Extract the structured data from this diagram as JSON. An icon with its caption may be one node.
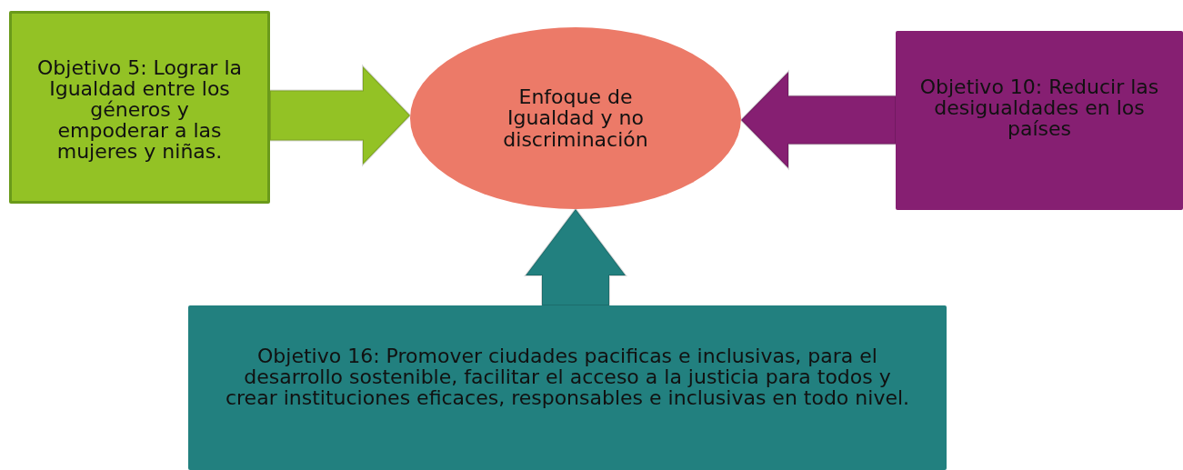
{
  "diagram": {
    "nodes": [
      {
        "text": [
          "Objetivo 5: Lograr la Igualdad entre los géneros y empoderar a las mujeres y niñas."
        ]
      },
      {
        "text": [
          "Enfoque de Igualdad y no discriminación"
        ]
      },
      {
        "text": [
          "Objetivo 10: Reducir las desigualdades en los países"
        ]
      },
      {
        "text": [
          "Objetivo 16: Promover ciudades pacificas e inclusivas, para el desarrollo sostenible, facilitar el acceso a la justicia para todos y crear instituciones eficaces, responsables e inclusivas en todo nivel."
        ]
      }
    ],
    "edges": [
      {
        "from": 0,
        "to": 1,
        "arrow": "to",
        "style": "thick",
        "color": "#93c225"
      },
      {
        "from": 2,
        "to": 1,
        "arrow": "to",
        "style": "thick",
        "color": "#861f72"
      },
      {
        "from": 3,
        "to": 1,
        "arrow": "to",
        "style": "thick",
        "color": "#22807f"
      }
    ]
  }
}
